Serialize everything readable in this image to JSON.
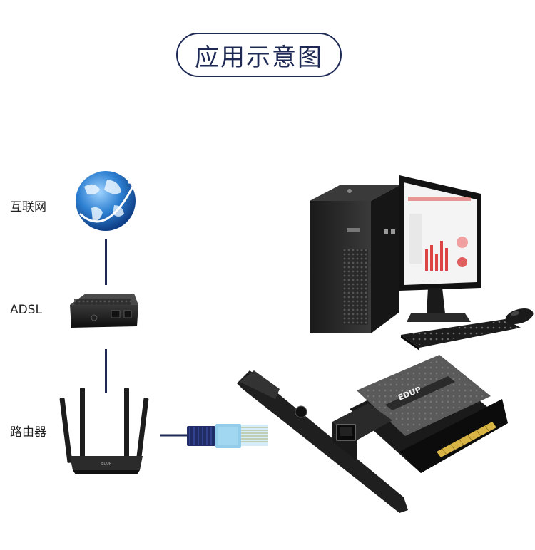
{
  "title": "应用示意图",
  "nodes": {
    "internet": "互联网",
    "adsl": "ADSL",
    "router": "路由器"
  },
  "device_labels": {
    "router_brand": "EDUP",
    "nic_brand": "EDUP"
  }
}
